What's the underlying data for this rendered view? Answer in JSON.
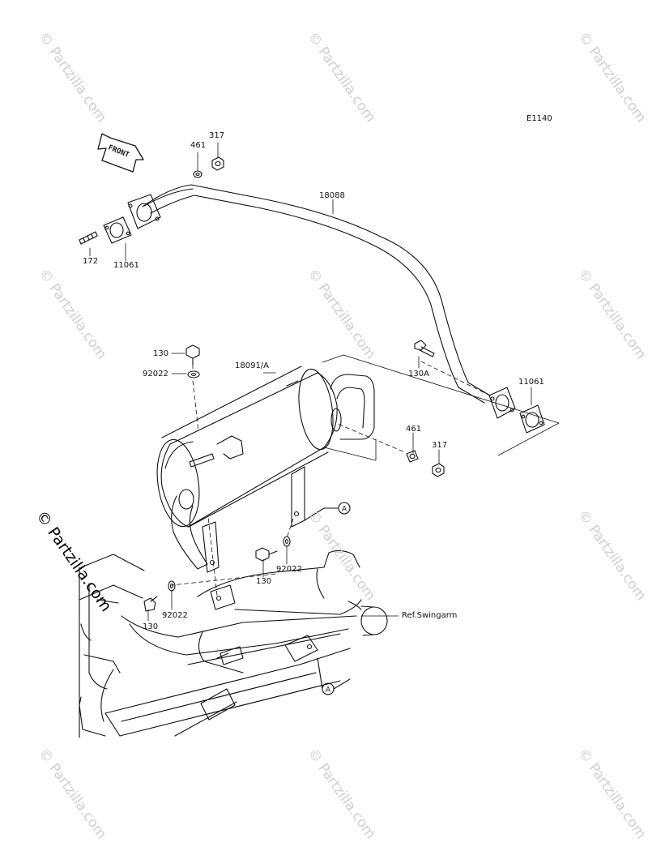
{
  "diagram_code": "E1140",
  "watermark": "© Partzilla.com",
  "front_label": "FRONT",
  "callout_ref": "A",
  "reference_label": "Ref.Swingarm",
  "parts": {
    "p18088": "18088",
    "p461_top": "461",
    "p317_top": "317",
    "p172": "172",
    "p11061_left": "11061",
    "p130_top": "130",
    "p92022_top": "92022",
    "p18091A": "18091/A",
    "p130A": "130A",
    "p11061_right": "11061",
    "p461_right": "461",
    "p317_right": "317",
    "p92022_mid": "92022",
    "p130_mid": "130",
    "p92022_low": "92022",
    "p130_low": "130"
  }
}
